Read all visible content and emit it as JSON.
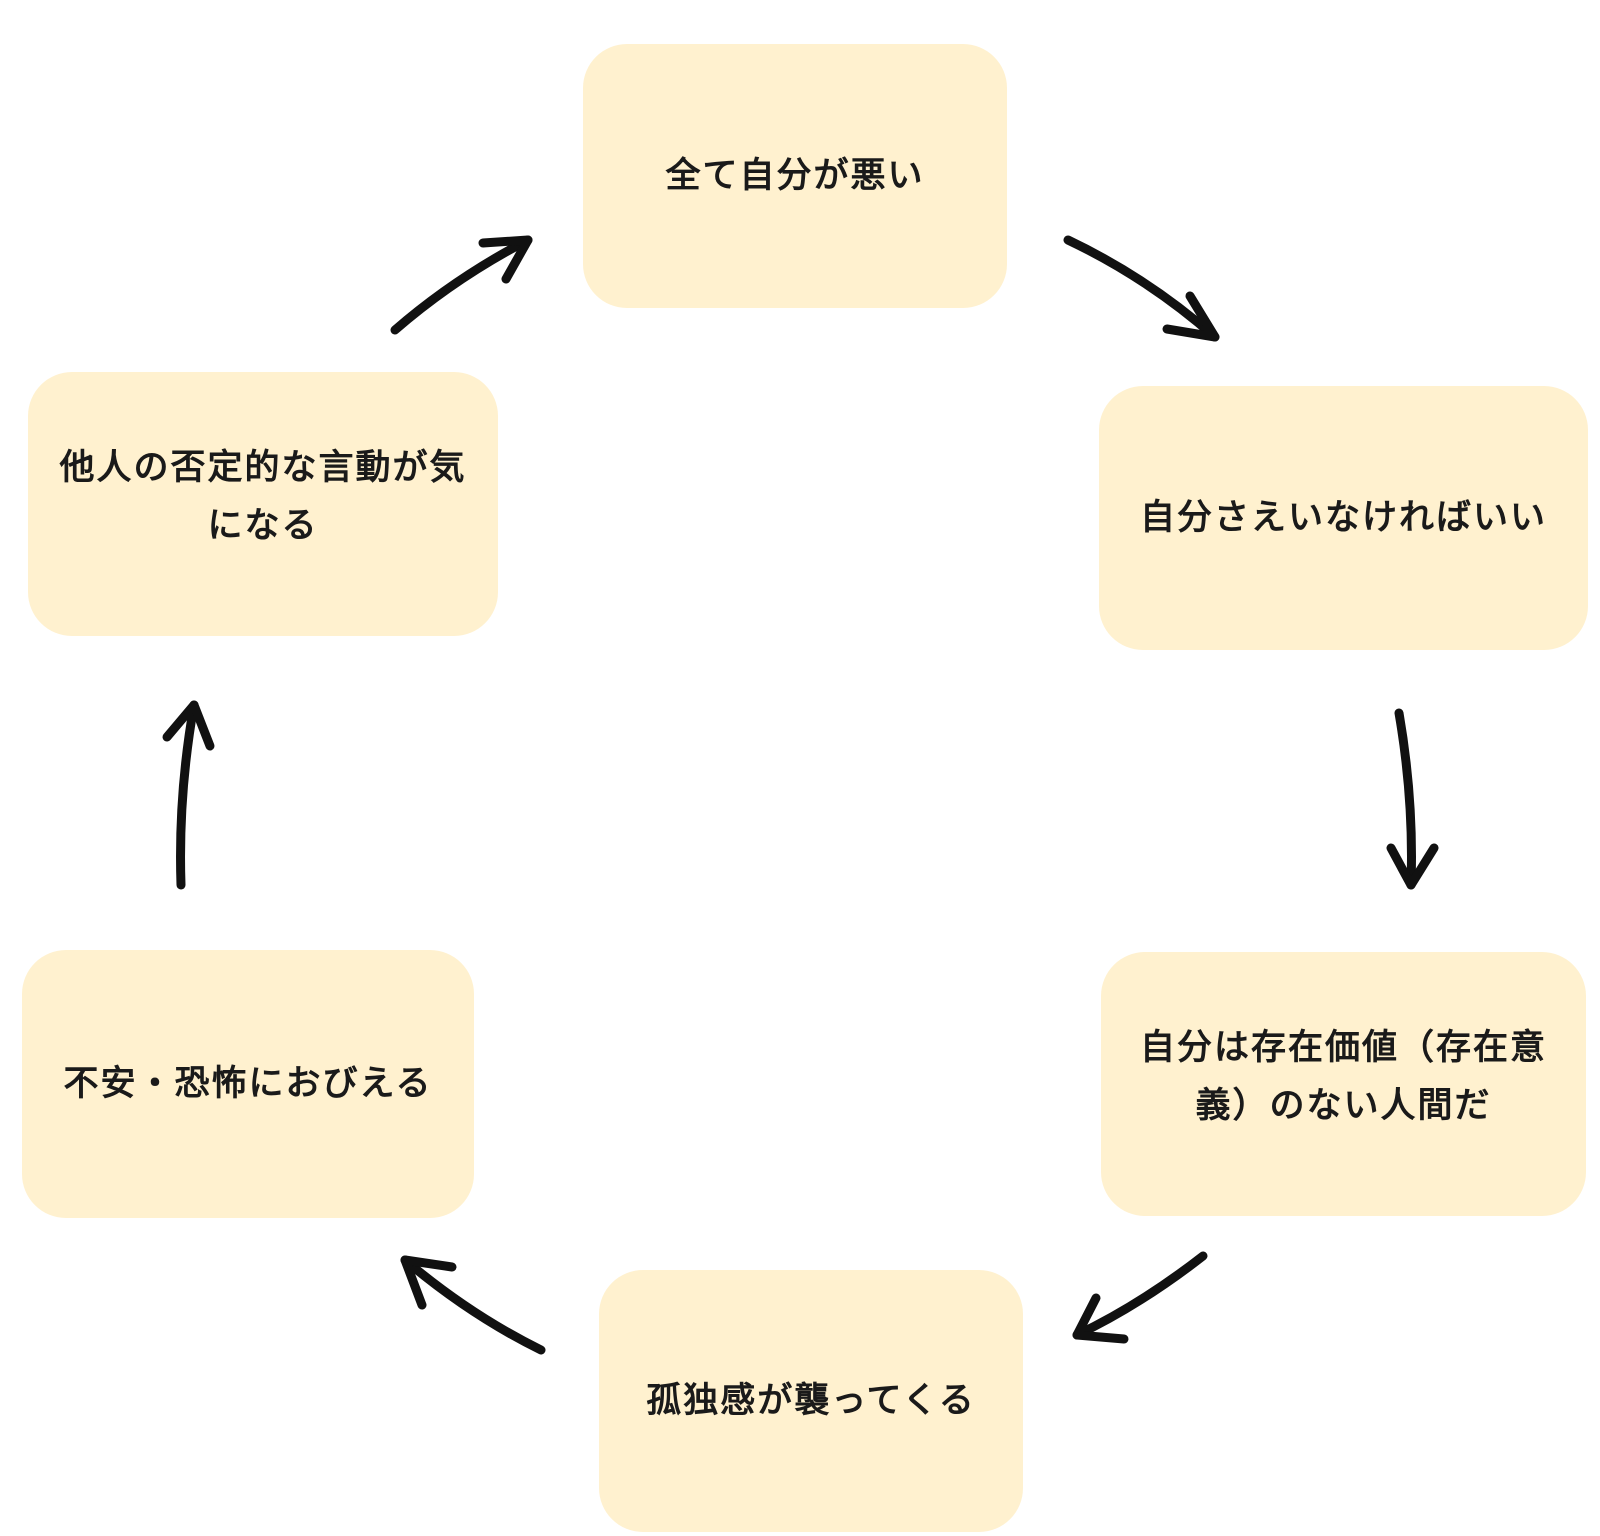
{
  "diagram": {
    "node_fill": "#fff1cf",
    "arrow_color": "#111111",
    "nodes": [
      {
        "id": "n1",
        "text": "全て自分が悪い"
      },
      {
        "id": "n2",
        "text": "自分さえいなければいい"
      },
      {
        "id": "n3",
        "text": "自分は存在価値（存在意義）のない人間だ"
      },
      {
        "id": "n4",
        "text": "孤独感が襲ってくる"
      },
      {
        "id": "n5",
        "text": "不安・恐怖におびえる"
      },
      {
        "id": "n6",
        "text": "他人の否定的な言動が気になる"
      }
    ],
    "edges": [
      {
        "from": "n1",
        "to": "n2"
      },
      {
        "from": "n2",
        "to": "n3"
      },
      {
        "from": "n3",
        "to": "n4"
      },
      {
        "from": "n4",
        "to": "n5"
      },
      {
        "from": "n5",
        "to": "n6"
      },
      {
        "from": "n6",
        "to": "n1"
      }
    ]
  }
}
